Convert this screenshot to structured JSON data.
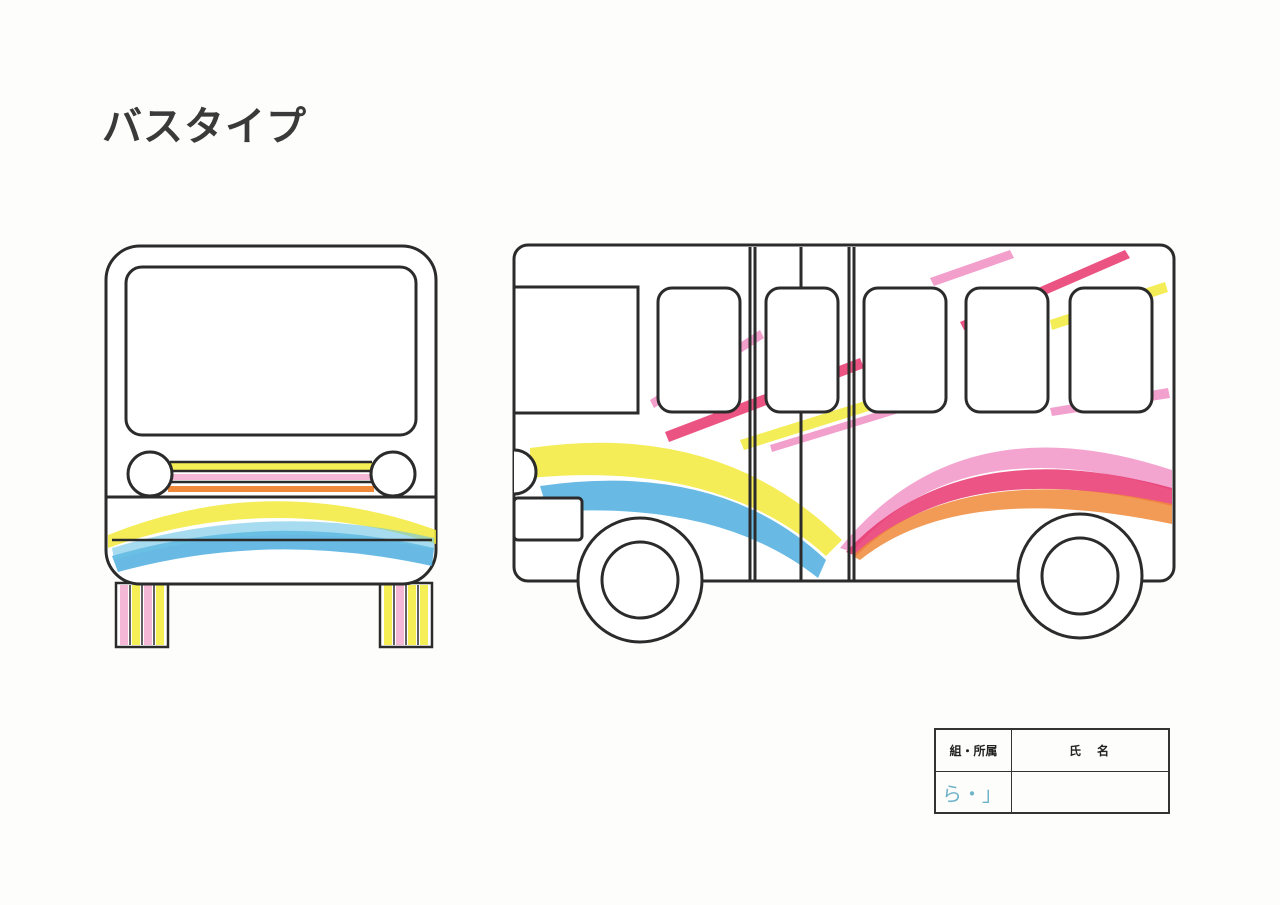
{
  "title": "バスタイプ",
  "name_table": {
    "col_group_header": "組・所属",
    "col_name_header": "氏　名",
    "group_value": "ら・」",
    "name_value": ""
  },
  "colors": {
    "outline": "#2b2b2b",
    "yellow": "#f2ea3a",
    "blue": "#42a9dd",
    "pink": "#f08fc4",
    "magenta": "#e8366e",
    "orange": "#f08a3a"
  }
}
